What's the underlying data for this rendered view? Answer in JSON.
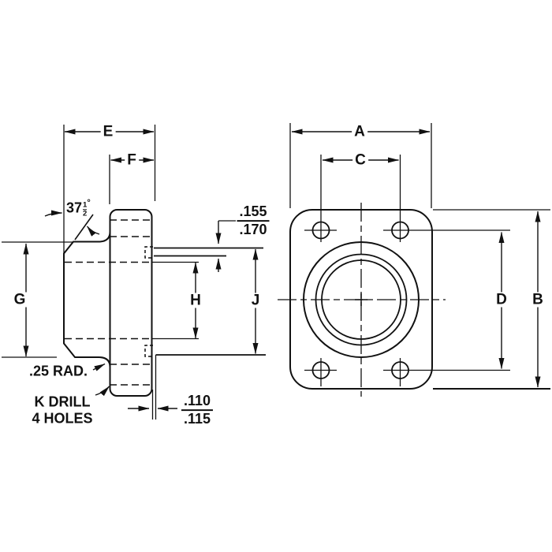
{
  "page": {
    "background": "#ffffff",
    "ink_color": "#111111",
    "description": "Two-view engineering drawing of a four-bolt mounting flange"
  },
  "side_view": {
    "dim_labels": {
      "e": "E",
      "f": "F",
      "g": "G",
      "h": "H",
      "j": "J"
    },
    "chamfer_angle": {
      "whole": "37",
      "fraction_numerator": "1",
      "fraction_denominator": "2",
      "degree_symbol": "°"
    },
    "tab_thickness": {
      "upper_value": ".155",
      "lower_value": ".170"
    },
    "face_offset": {
      "upper_value": ".110",
      "lower_value": ".115"
    },
    "radius_note": ".25 RAD.",
    "drill_note": {
      "line1": "K DRILL",
      "line2": "4 HOLES"
    }
  },
  "front_view": {
    "dim_labels": {
      "a": "A",
      "b": "B",
      "c": "C",
      "d": "D"
    }
  }
}
